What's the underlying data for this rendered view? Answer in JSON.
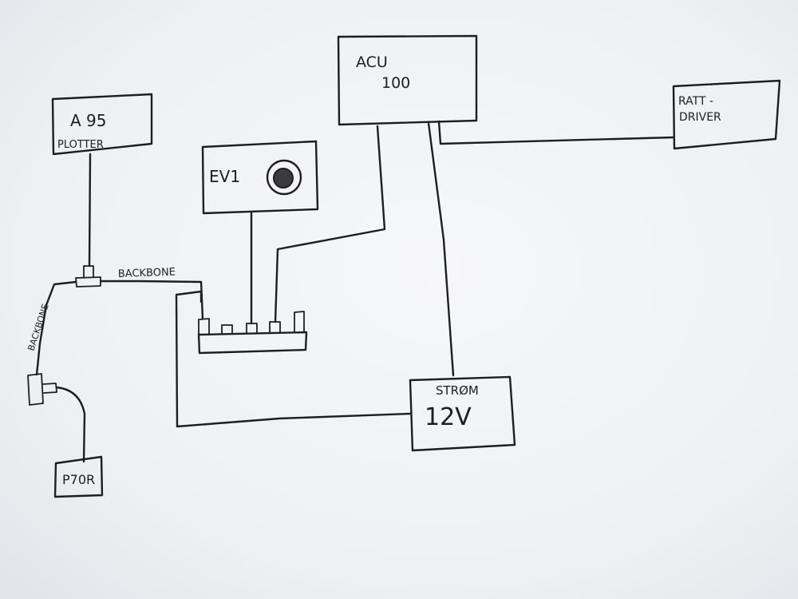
{
  "labels": {
    "acu_line1": "ACU",
    "acu_line2": "100",
    "plotter_line1": "A 95",
    "plotter_line2": "PLOTTER",
    "ev": "EV1",
    "ratt_line1": "RATT -",
    "ratt_line2": "DRIVER",
    "backbone_top": "BACKBONE",
    "backbone_side": "BACKBONE",
    "strom": "STRØM",
    "volt": "12V",
    "p70": "P70R"
  },
  "colors": {
    "paper": "#f2f3f5",
    "ink": "#1e1e22"
  }
}
